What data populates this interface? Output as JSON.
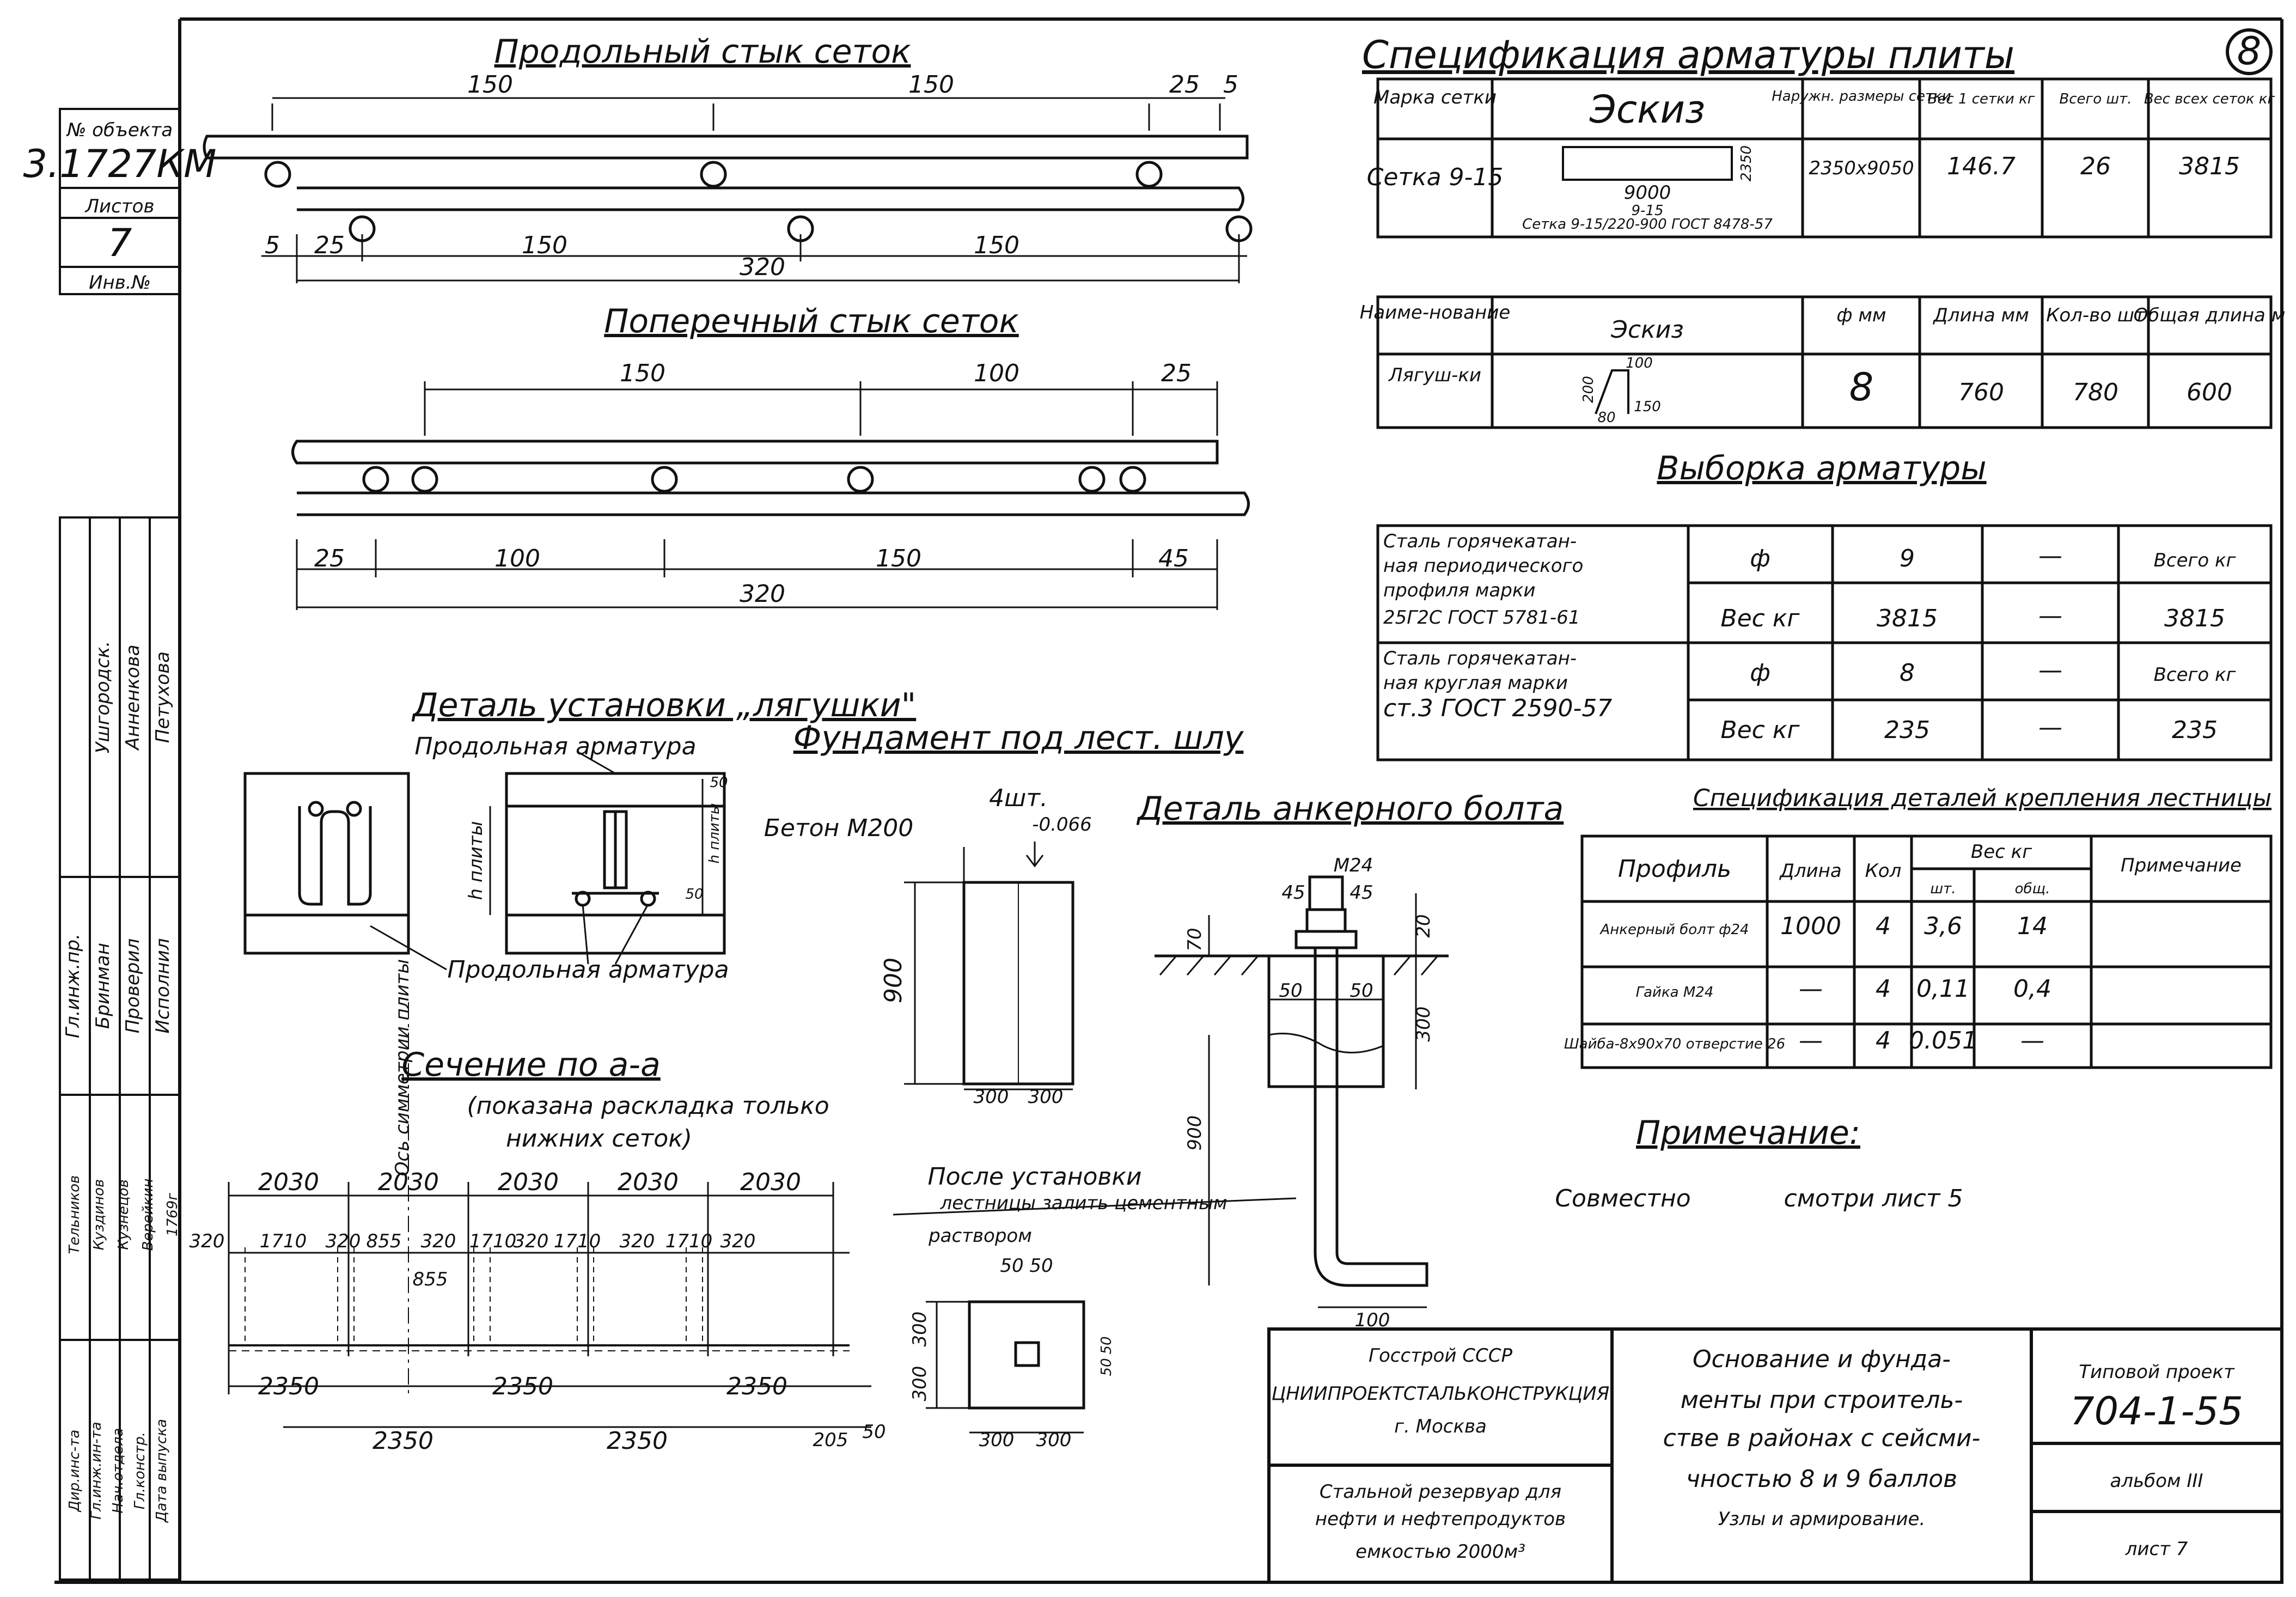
{
  "page_number": "8",
  "side_stamp": {
    "object_label": "№ объекта",
    "object_code": "3.1727КМ",
    "sheets_label": "Листов",
    "sheets_value": "7",
    "inv_label": "Инв.№",
    "roles_top": [
      "Ушгородск.",
      "Анненкова",
      "Петухова"
    ],
    "roles_left": [
      "Гл.инж.пр.",
      "Бринман",
      "Проверил",
      "Исполнил"
    ],
    "roles_left2": [
      "Дир.инс-та",
      "Гл.инж.ин-та",
      "Нач.отдела",
      "Гл.констр.",
      "Дата выпуска"
    ],
    "names_left2": [
      "Тельников",
      "Куздинов",
      "Кузнецов",
      "Верейкин",
      "1769г"
    ]
  },
  "det_long": {
    "title": "Продольный стык сеток",
    "top_dims": [
      "150",
      "150",
      "25",
      "5"
    ],
    "bot_dims": [
      "5",
      "25",
      "150",
      "150"
    ],
    "total": "320"
  },
  "det_cross": {
    "title": "Поперечный стык сеток",
    "top_dims": [
      "150",
      "100",
      "25"
    ],
    "bot_dims": [
      "25",
      "100",
      "150",
      "45"
    ],
    "total": "320"
  },
  "det_hook": {
    "title": "Деталь установки „лягушки\"",
    "lbl_top": "Продольная арматура",
    "lbl_bot": "Продольная арматура",
    "dim_left": "h плиты",
    "dim_right": "h плиты",
    "dim_50a": "50",
    "dim_50b": "50"
  },
  "det_found": {
    "title": "Фундамент под лест. шлу",
    "beton": "Бетон М200",
    "count": "4шт.",
    "elev": "-0.066",
    "dim_h": "900",
    "dim_w1": "300",
    "dim_w2": "300",
    "note1": "После установки",
    "note2": "лестницы залить цементным",
    "note3": "раствором",
    "plan_top": "50 50",
    "plan_left1": "300",
    "plan_left2": "300",
    "plan_bot1": "300",
    "plan_bot2": "300",
    "plan_r1": "50",
    "plan_r2": "50"
  },
  "det_anchor": {
    "title": "Деталь анкерного болта",
    "m24": "М24",
    "d45a": "45",
    "d45b": "45",
    "d70": "70",
    "d20": "20",
    "d50a": "50",
    "d50b": "50",
    "d300": "300",
    "d900": "900",
    "d100": "100"
  },
  "section": {
    "title": "Сечение по а-а",
    "subtitle1": "(показана раскладка только",
    "subtitle2": "нижних сеток)",
    "axis_label": "Ось симметрии плиты",
    "top_dims": [
      "2030",
      "2030",
      "2030",
      "2030",
      "2030"
    ],
    "mid_dims": [
      "320",
      "1710",
      "320",
      "855",
      "320",
      "1710",
      "320",
      "1710",
      "320",
      "1710",
      "320"
    ],
    "mid_855": "855",
    "low_dims": [
      "2350",
      "2350",
      "2350"
    ],
    "low2_dims": [
      "2350",
      "2350"
    ],
    "d205": "205",
    "d50": "50"
  },
  "spec1": {
    "title": "Спецификация арматуры плиты",
    "headers": [
      "Марка сетки",
      "Эскиз",
      "Наружн. размеры сетки",
      "Вес 1 сетки кг",
      "Всего шт.",
      "Вес всех сеток кг"
    ],
    "row": {
      "mark": "Сетка 9-15",
      "sketch_dim": "9000",
      "sketch_sub": "9-15",
      "sketch_note": "Сетка 9-15/220-900 ГОСТ 8478-57",
      "sketch_side": "2350",
      "size": "2350x9050",
      "w1": "146.7",
      "qty": "26",
      "wall": "3815"
    }
  },
  "spec2": {
    "headers": [
      "Наиме-нование",
      "Эскиз",
      "ф мм",
      "Длина мм",
      "Кол-во шт",
      "Общая длина м"
    ],
    "row": {
      "name": "Лягуш-ки",
      "sk1": "100",
      "sk2": "200",
      "sk3": "80",
      "sk4": "150",
      "dia": "8",
      "len": "760",
      "qty": "780",
      "total": "600"
    }
  },
  "vyborka": {
    "title": "Выборка арматуры",
    "r1_desc": [
      "Сталь горячекатан-",
      "ная периодического",
      "профиля марки",
      "25Г2С ГОСТ 5781-61"
    ],
    "r1_phi": "ф",
    "r1_val": "9",
    "r1_dash": "—",
    "r1_total_label": "Всего кг",
    "r1_wlabel": "Вес кг",
    "r1_w": "3815",
    "r1_wdash": "—",
    "r1_wtot": "3815",
    "r2_desc": [
      "Сталь горячекатан-",
      "ная круглая марки",
      "ст.3 ГОСТ 2590-57"
    ],
    "r2_phi": "ф",
    "r2_val": "8",
    "r2_dash": "—",
    "r2_total_label": "Всего кг",
    "r2_wlabel": "Вес кг",
    "r2_w": "235",
    "r2_wdash": "—",
    "r2_wtot": "235"
  },
  "spec3": {
    "title": "Спецификация деталей крепления лестницы",
    "headers": [
      "Профиль",
      "Длина",
      "Кол",
      "Вес кг",
      "шт.",
      "общ.",
      "Примечание"
    ],
    "rows": [
      [
        "Анкерный болт ф24",
        "1000",
        "4",
        "3,6",
        "14",
        ""
      ],
      [
        "Гайка М24",
        "—",
        "4",
        "0,11",
        "0,4",
        ""
      ],
      [
        "Шайба-8x90x70 отверстие 26",
        "—",
        "4",
        "0.051",
        "—",
        ""
      ]
    ]
  },
  "note": {
    "title": "Примечание:",
    "text1": "Совместно",
    "text2": "смотри лист 5"
  },
  "title_block": {
    "org1": "Госстрой СССР",
    "org2": "ЦНИИПРОЕКТСТАЛЬКОНСТРУКЦИЯ",
    "org3": "г. Москва",
    "obj1": "Стальной резервуар для",
    "obj2": "нефти и нефтепродуктов",
    "obj3": "емкостью 2000м³",
    "desc": [
      "Основание и фунда-",
      "менты при строитель-",
      "стве в районах с сейсми-",
      "чностью 8 и 9 баллов",
      "Узлы и армирование."
    ],
    "tp_label": "Типовой проект",
    "tp_code": "704-1-55",
    "album": "альбом III",
    "sheet": "лист 7"
  }
}
